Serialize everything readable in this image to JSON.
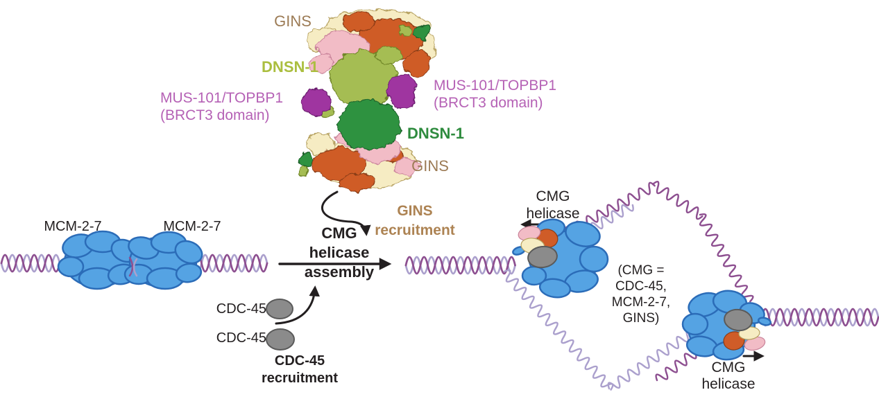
{
  "colors": {
    "dna_dark": "#8d4f90",
    "dna_light": "#aba0cd",
    "mcm_fill": "#55a3e3",
    "mcm_stroke": "#2b6cb8",
    "gray_fill": "#8b8b8b",
    "gray_stroke": "#5a5a5a",
    "orange": "#cf5c28",
    "pink": "#f2bcc6",
    "cream": "#f6ecc3",
    "olive": "#a5bd52",
    "green": "#2f9240",
    "purple": "#9f35a0",
    "label_tan": "#9c7b55",
    "label_brown": "#ad8353",
    "label_purple": "#b561b5",
    "label_olive": "#abbe3f",
    "label_green": "#2e8b3e",
    "ink": "#231f20"
  },
  "structure_labels": {
    "gins_top": "GINS",
    "dnsn1_left": "DNSN-1",
    "mus101_left": {
      "l1": "MUS-101/TOPBP1",
      "l2": "(BRCT3 domain)"
    },
    "mus101_right": {
      "l1": "MUS-101/TOPBP1",
      "l2": "(BRCT3 domain)"
    },
    "dnsn1_right": "DNSN-1",
    "gins_bottom": "GINS"
  },
  "origin": {
    "mcm_left": "MCM-2-7",
    "mcm_right": "MCM-2-7"
  },
  "assembly": {
    "l1": "CMG",
    "l2": "helicase",
    "l3": "assembly"
  },
  "gins_recruitment": {
    "l1": "GINS",
    "l2": "recruitment"
  },
  "cdc45": {
    "copy1": "CDC-45",
    "copy2": "CDC-45",
    "recruit_l1": "CDC-45",
    "recruit_l2": "recruitment"
  },
  "fork": {
    "left_helicase": {
      "l1": "CMG",
      "l2": "helicase"
    },
    "right_helicase": {
      "l1": "CMG",
      "l2": "helicase"
    },
    "legend": {
      "l1": "(CMG =",
      "l2": "CDC-45,",
      "l3": "MCM-2-7,",
      "l4": "GINS)"
    }
  }
}
